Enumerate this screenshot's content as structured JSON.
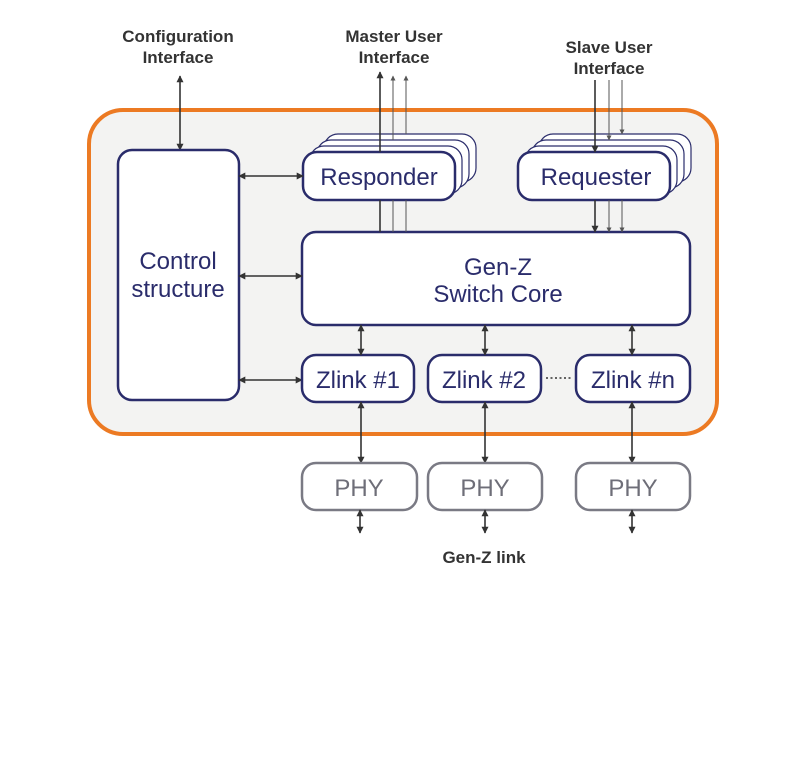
{
  "labels": {
    "config_line1": "Configuration",
    "config_line2": "Interface",
    "master_line1": "Master User",
    "master_line2": "Interface",
    "slave_line1": "Slave User",
    "slave_line2": "Interface",
    "gen_z_link": "Gen-Z link"
  },
  "blocks": {
    "control_line1": "Control",
    "control_line2": "structure",
    "responder": "Responder",
    "requester": "Requester",
    "switch_line1": "Gen-Z",
    "switch_line2": "Switch Core",
    "zlinks": [
      "Zlink #1",
      "Zlink #2",
      "Zlink #n"
    ],
    "phy": [
      "PHY",
      "PHY",
      "PHY"
    ]
  },
  "colors": {
    "outer_border": "#ec7a23",
    "outer_fill": "#f3f3f2",
    "block_border": "#2a2c6b",
    "phy_border": "#7a7a84"
  }
}
